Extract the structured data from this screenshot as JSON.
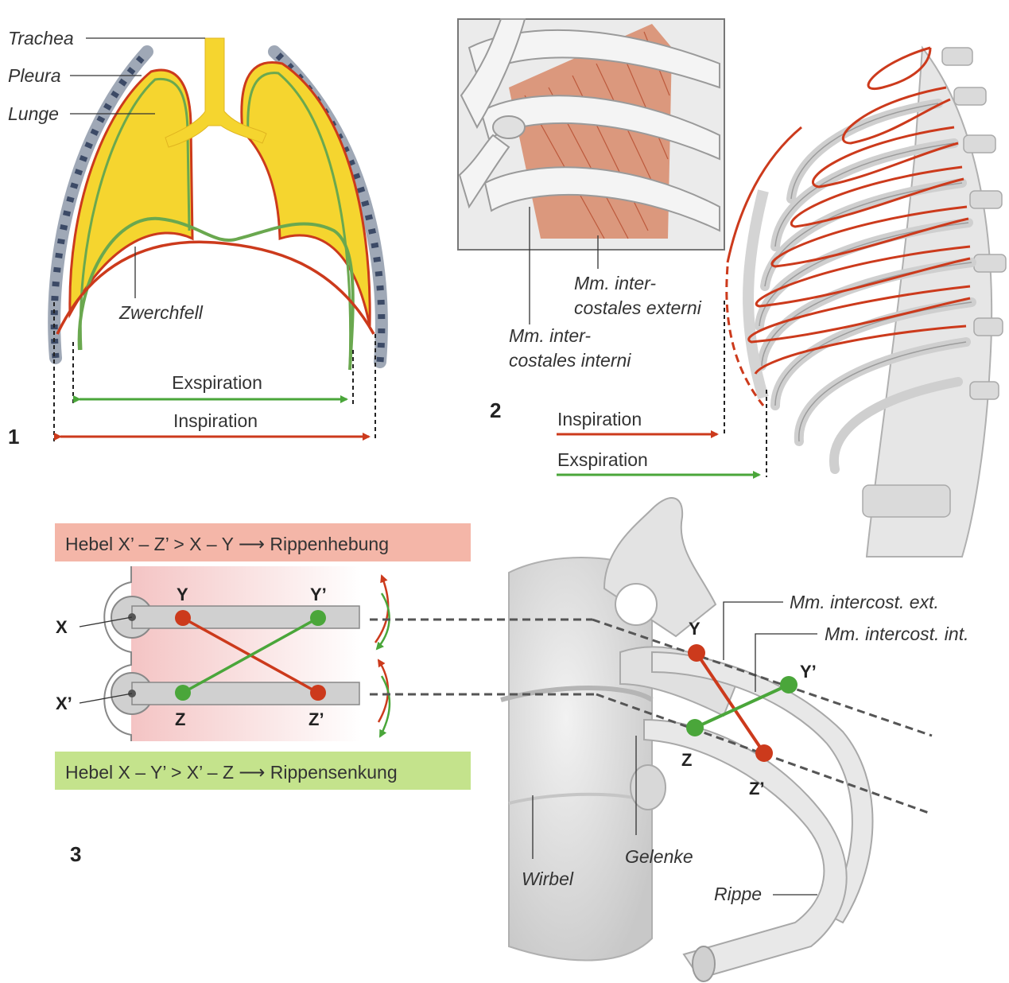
{
  "panel1": {
    "number": "1",
    "labels": {
      "trachea": "Trachea",
      "pleura": "Pleura",
      "lunge": "Lunge",
      "zwerchfell": "Zwerchfell"
    },
    "expiration": "Exspiration",
    "inspiration": "Inspiration"
  },
  "panel2": {
    "number": "2",
    "externi_line1": "Mm. inter-",
    "externi_line2": "costales externi",
    "interni_line1": "Mm. inter-",
    "interni_line2": "costales interni",
    "inspiration": "Inspiration",
    "expiration": "Exspiration"
  },
  "panel3": {
    "number": "3",
    "lever_up": "Hebel X’ – Z’  >  X – Y  ⟶  Rippenhebung",
    "lever_down": "Hebel X – Y’  >  X’ – Z  ⟶  Rippensenkung",
    "points": {
      "X": "X",
      "X2": "X’",
      "Y": "Y",
      "Y2": "Y’",
      "Z": "Z",
      "Z2": "Z’"
    },
    "labels": {
      "ext": "Mm. intercost. ext.",
      "int": "Mm. intercost. int.",
      "wirbel": "Wirbel",
      "gelenke": "Gelenke",
      "rippe": "Rippe"
    }
  },
  "colors": {
    "inspiration": "#cc3a1c",
    "expiration": "#4aa63a",
    "lung": "#f5d52f",
    "up_box": "#f4b6a8",
    "down_box": "#c4e38c"
  }
}
